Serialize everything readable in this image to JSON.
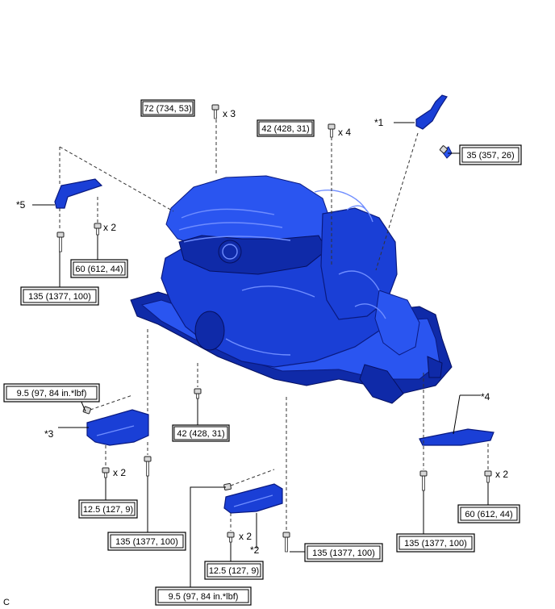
{
  "labels": {
    "star1": "*1",
    "star2": "*2",
    "star3": "*3",
    "star4": "*4",
    "star5": "*5"
  },
  "torques": {
    "t_72": "72 (734, 53)",
    "t_42_top": "42 (428, 31)",
    "t_35": "35 (357, 26)",
    "t_60_left": "60 (612, 44)",
    "t_135_left": "135 (1377, 100)",
    "t_95_left": "9.5 (97, 84 in.*lbf)",
    "t_42_mid": "42 (428, 31)",
    "t_125_left": "12.5 (127, 9)",
    "t_135_bl": "135 (1377, 100)",
    "t_135_center": "135 (1377, 100)",
    "t_125_center": "12.5 (127, 9)",
    "t_95_bottom": "9.5 (97, 84 in.*lbf)",
    "t_135_right": "135 (1377, 100)",
    "t_60_right": "60 (612, 44)"
  },
  "counts": {
    "c_x3": "x 3",
    "c_x4": "x 4",
    "c_x2_left": "x 2",
    "c_x2_bl": "x 2",
    "c_x2_center": "x 2",
    "c_x2_right": "x 2"
  },
  "footer": {
    "letter": "C"
  },
  "colors": {
    "part_blue": "#1a3fd6",
    "outline": "#0a1a80"
  }
}
